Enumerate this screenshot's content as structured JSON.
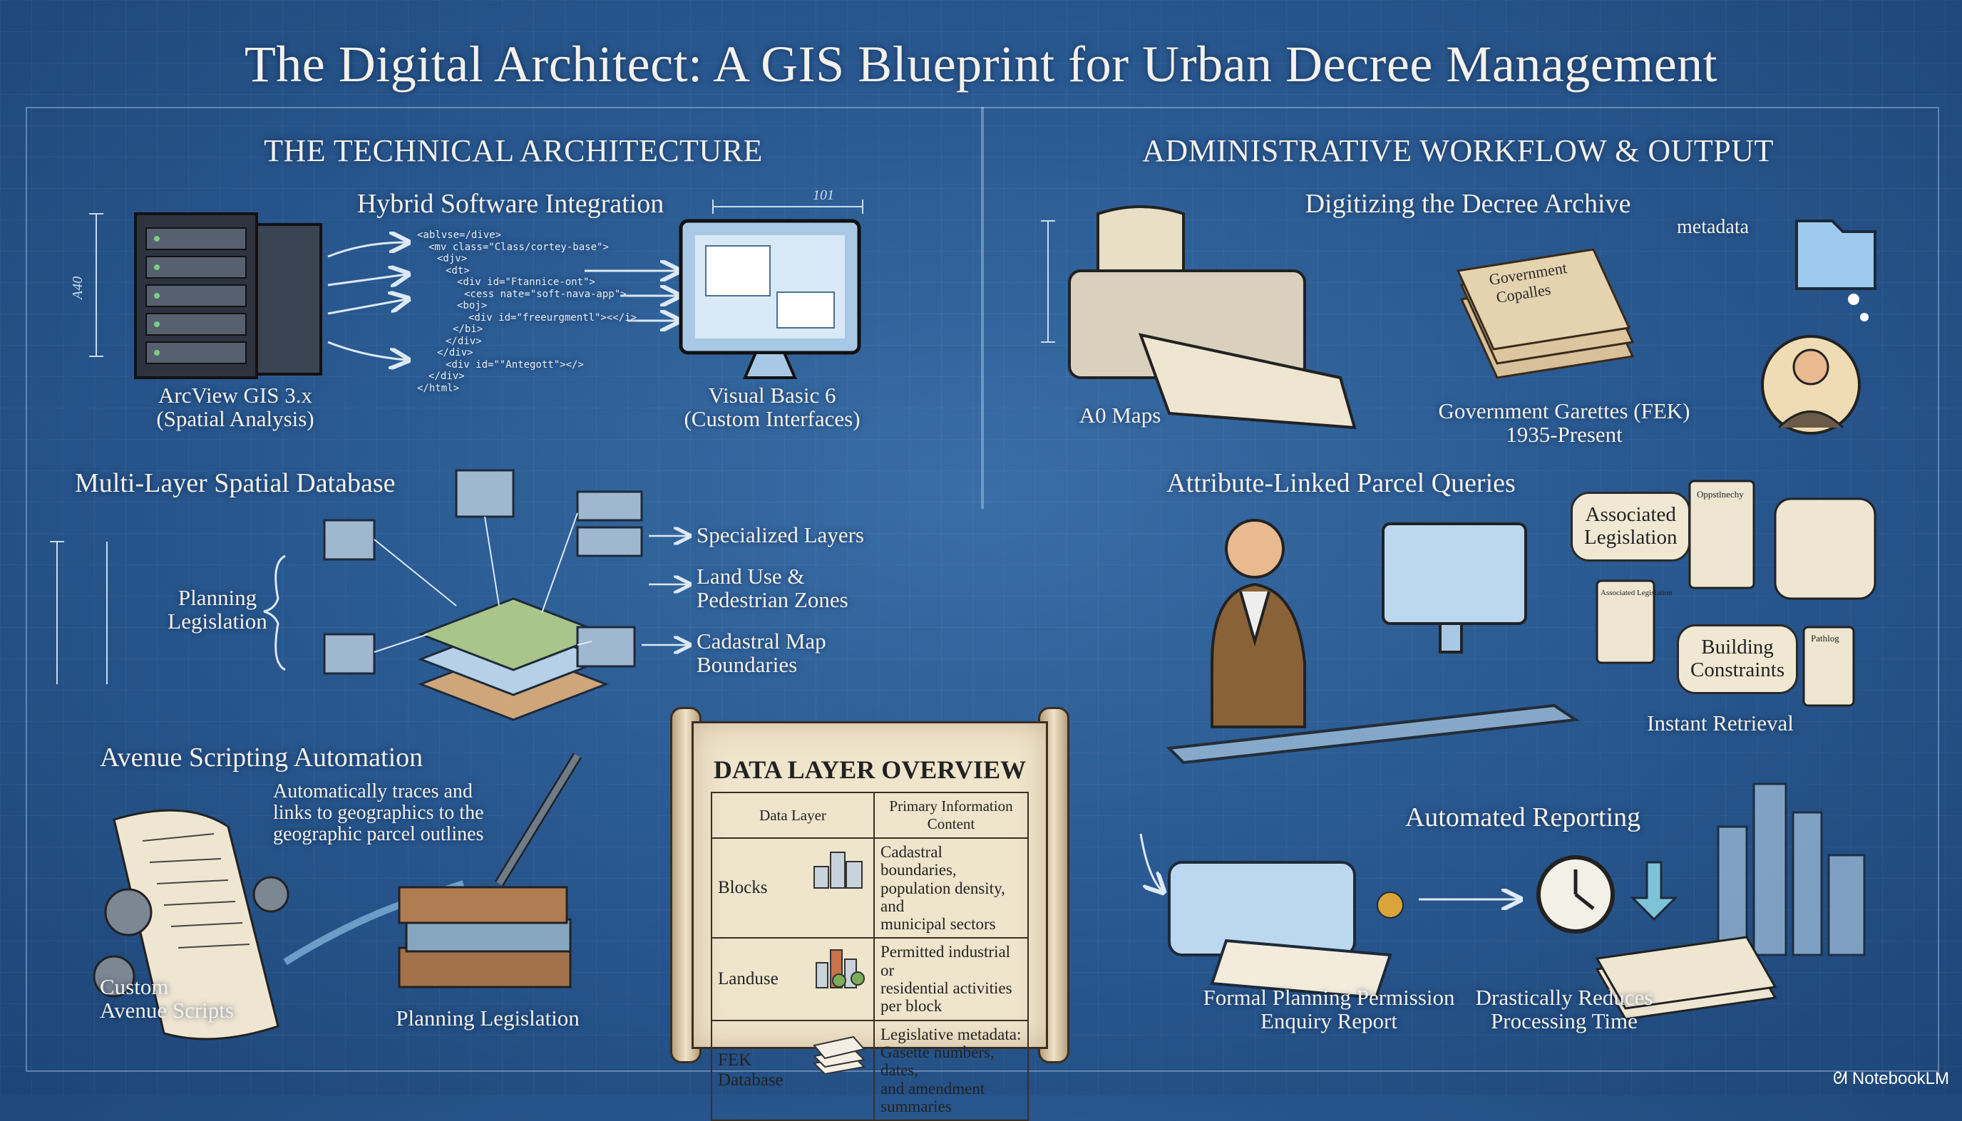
{
  "title": "The Digital Architect: A GIS Blueprint for Urban Decree Management",
  "left": {
    "section": "THE TECHNICAL ARCHITECTURE",
    "hybrid": {
      "heading": "Hybrid Software Integration",
      "arcview": [
        "ArcView GIS 3.x",
        "(Spatial Analysis)"
      ],
      "vb": [
        "Visual Basic 6",
        "(Custom Interfaces)"
      ],
      "code": [
        "<ablvse=/dive>",
        "<mv class=\"Class/cortey-base\">",
        "<djv>",
        "<dt>",
        "<div id=\"Ftannice-ont\">",
        "<cess nate=\"soft-nava-app\">",
        "<boj>",
        "<div id=\"freeurgmentl\"><</i>",
        "</bi>",
        "</div>",
        "</div>",
        "<div id=\"\"Antegott\"></>",
        "</div>",
        "</html>"
      ],
      "dimension_top": "101",
      "dimension_left": "A40"
    },
    "multilayer": {
      "heading": "Multi-Layer Spatial Database",
      "planning": [
        "Planning",
        "Legislation"
      ],
      "layers": [
        {
          "label": [
            "Specialized Layers"
          ]
        },
        {
          "label": [
            "Land Use &",
            "Pedestrian Zones"
          ]
        },
        {
          "label": [
            "Cadastral Map",
            "Boundaries"
          ]
        }
      ]
    },
    "avenue": {
      "heading": "Avenue Scripting Automation",
      "description": [
        "Automatically traces and",
        "links to geographics to the",
        "geographic parcel outlines"
      ],
      "custom": [
        "Custom",
        "Avenue Scripts"
      ],
      "legislation": "Planning Legislation"
    }
  },
  "table": {
    "title": "DATA LAYER OVERVIEW",
    "headers": [
      "Data Layer",
      "Primary Information Content"
    ],
    "rows": [
      {
        "layer": "Blocks",
        "icon": "city-blocks-icon",
        "info": [
          "Cadastral boundaries,",
          "population density, and",
          "municipal sectors"
        ]
      },
      {
        "layer": "Landuse",
        "icon": "landuse-buildings-trees-icon",
        "info": [
          "Permitted industrial or",
          "residential activities",
          "per block"
        ]
      },
      {
        "layer": "FEK Database",
        "icon": "document-stack-icon",
        "info": [
          "Legislative metadata:",
          "Gasette numbers, dates,",
          "and amendment summaries"
        ]
      }
    ]
  },
  "right": {
    "section": "ADMINISTRATIVE WORKFLOW & OUTPUT",
    "digitizing": {
      "heading": "Digitizing the Decree Archive",
      "metadata": "metadata",
      "a0": "A0 Maps",
      "gazettes": [
        "Government Garettes (FEK)",
        "1935-Present"
      ],
      "gazette_paper_text": [
        "Government",
        "Copalles"
      ]
    },
    "queries": {
      "heading": "Attribute-Linked Parcel Queries",
      "bubble_legislation": [
        "Associated",
        "Legislation"
      ],
      "bubble_constraints": [
        "Building",
        "Constraints"
      ],
      "doc_labels": [
        "Oppstlnechy",
        "Associated Legislation",
        "Pathlog"
      ],
      "instant": "Instant Retrieval"
    },
    "reporting": {
      "heading": "Automated Reporting",
      "formal": [
        "Formal Planning Permission",
        "Enquiry Report"
      ],
      "reduces": [
        "Drastically Reduces",
        "Processing Time"
      ]
    }
  },
  "brand": "NotebookLM",
  "colors": {
    "background": "#2a5a92",
    "paper": "#efe4cc",
    "ink": "#222222",
    "text": "#f3f1ea"
  }
}
